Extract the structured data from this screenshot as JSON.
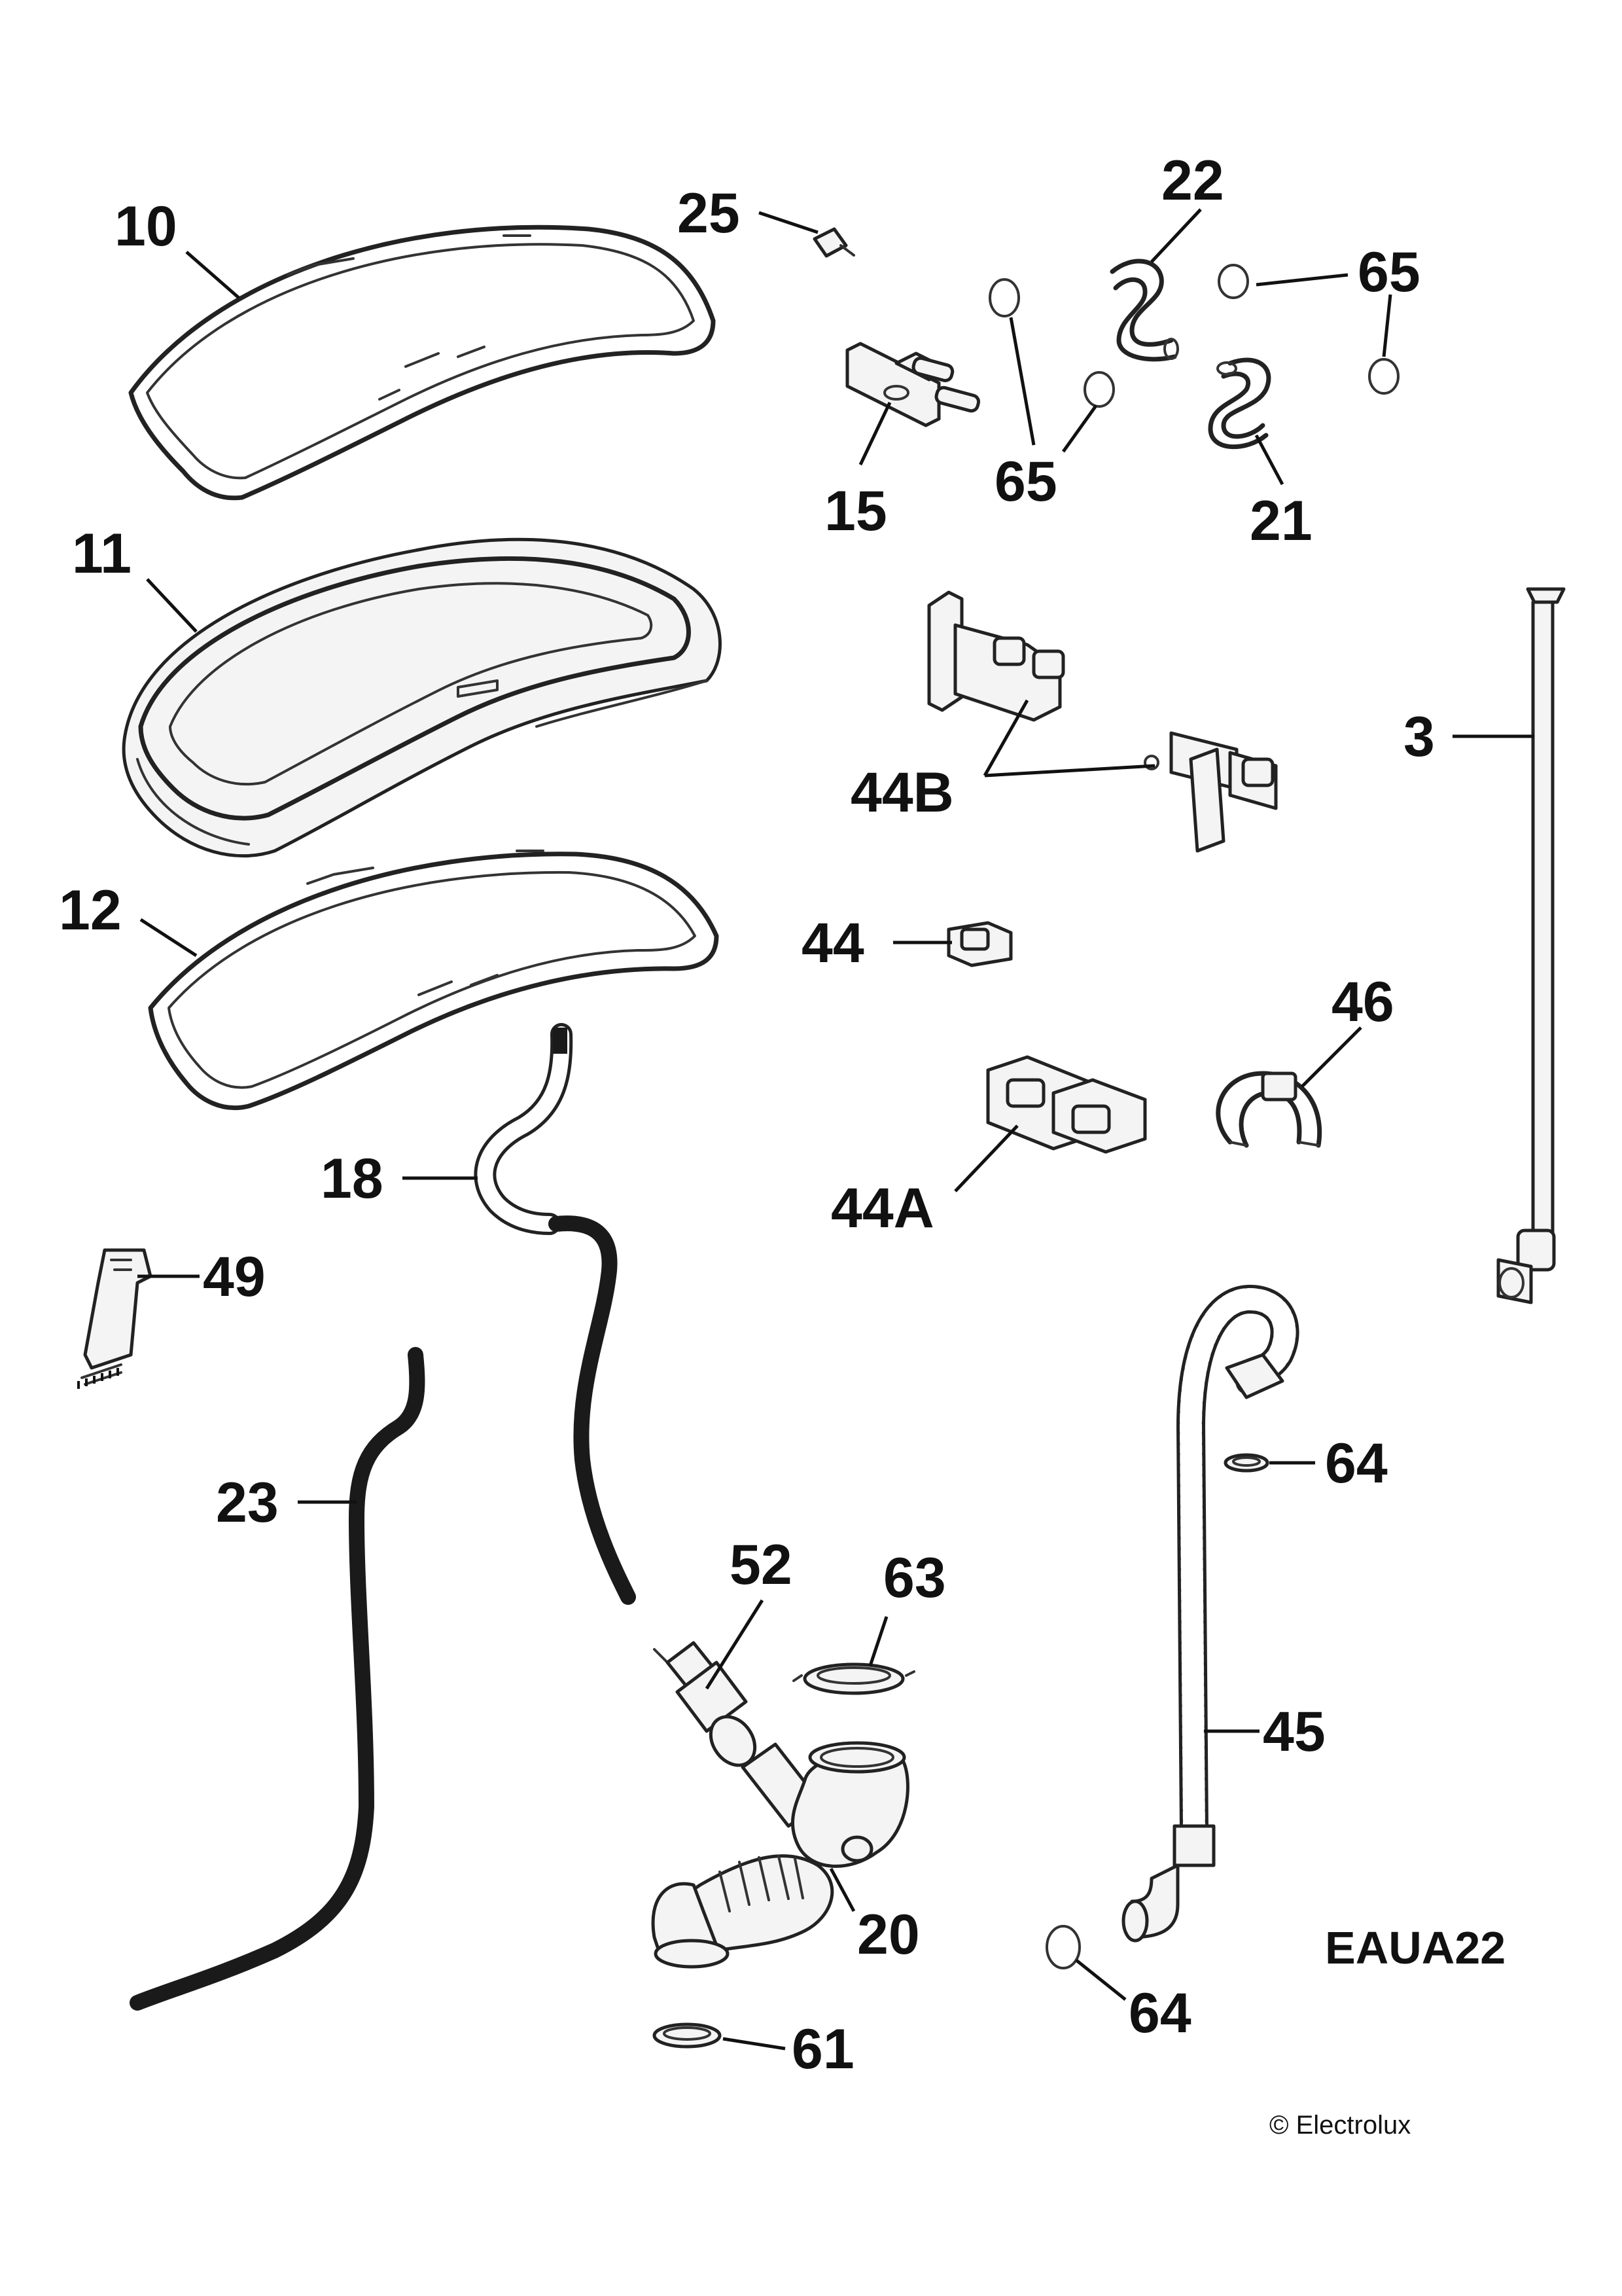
{
  "labels": {
    "p10": "10",
    "p11": "11",
    "p12": "12",
    "p25": "25",
    "p22": "22",
    "p65a": "65",
    "p65b": "65",
    "p15": "15",
    "p21": "21",
    "p3": "3",
    "p44b": "44B",
    "p44": "44",
    "p46": "46",
    "p18": "18",
    "p44a": "44A",
    "p49": "49",
    "p64a": "64",
    "p23": "23",
    "p52": "52",
    "p63": "63",
    "p45": "45",
    "p20": "20",
    "p64b": "64",
    "p61": "61"
  },
  "diagram_code": "EAUA22",
  "copyright": "© Electrolux"
}
